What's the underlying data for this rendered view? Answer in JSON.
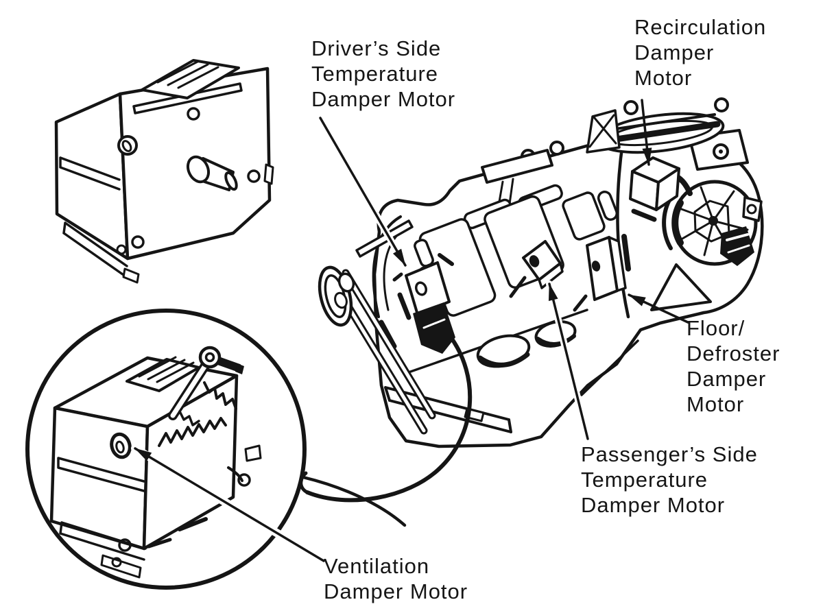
{
  "figure": {
    "type": "technical-illustration",
    "background_color": "#ffffff",
    "ink_color": "#151515"
  },
  "labels": {
    "driver": {
      "text": "Driver’s Side\nTemperature\nDamper Motor"
    },
    "recirculation": {
      "text": "Recirculation\nDamper\nMotor"
    },
    "floor_defroster": {
      "text": "Floor/\nDefroster\nDamper\nMotor"
    },
    "passenger": {
      "text": "Passenger’s Side\nTemperature\nDamper Motor"
    },
    "ventilation": {
      "text": "Ventilation\nDamper Motor"
    }
  }
}
